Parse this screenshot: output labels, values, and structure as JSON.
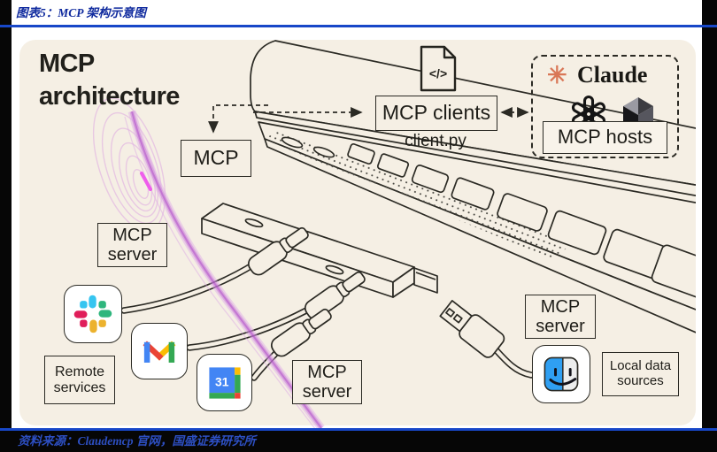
{
  "page": {
    "header_title": "图表5：MCP 架构示意图",
    "footer_source": "资料来源：Claudemcp 官网，国盛证券研究所"
  },
  "diagram": {
    "heading_line1": "MCP",
    "heading_line2": "architecture",
    "mcp_box_label": "MCP",
    "clients_box_label": "MCP clients",
    "client_file_label": "client.py",
    "code_icon_glyph": "</>",
    "hosts_box_label": "MCP hosts",
    "claude_wordmark": "Claude",
    "claude_star_glyph": "✳",
    "server_box_line1": "MCP",
    "server_box_line2": "server",
    "remote_services_line1": "Remote",
    "remote_services_line2": "services",
    "local_data_line1": "Local data",
    "local_data_line2": "sources",
    "calendar_day_label": "31",
    "icons": {
      "claude_logo": "claude-starburst",
      "openai_logo": "openai-knot",
      "cursor_logo": "cursor-cube",
      "slack": "slack-logo",
      "gmail": "gmail-logo",
      "google_calendar": "google-calendar-logo",
      "finder": "finder-logo",
      "code_file": "code-file-icon"
    },
    "colors": {
      "figure_bg": "#f5efe4",
      "outline": "#2b2a24",
      "accent_blue": "#1747c8",
      "title_navy": "#0f2a9e",
      "footer_blue": "#2d4fc2",
      "claude_coral": "#d97757",
      "swirl_purple": "#c86fd8",
      "frame_black": "#060606"
    }
  }
}
